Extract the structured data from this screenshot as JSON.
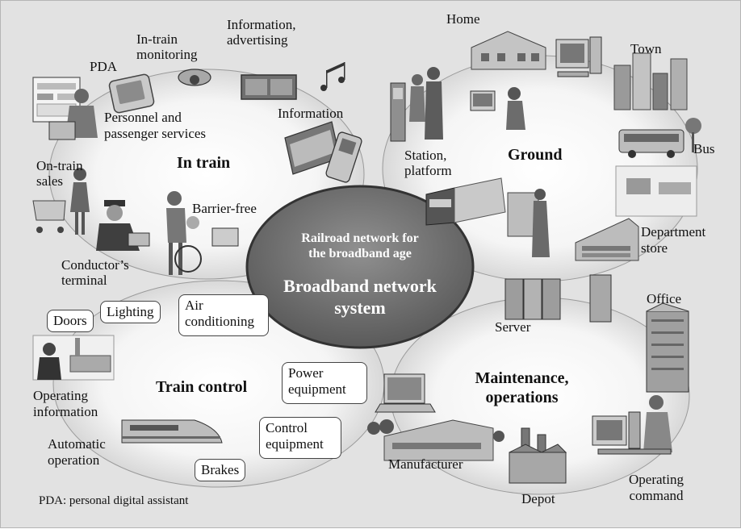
{
  "hub": {
    "line1": "Railroad network for",
    "line2": "the broadband age",
    "line3": "Broadband network",
    "line4": "system"
  },
  "regions": {
    "in_train": "In train",
    "ground": "Ground",
    "train_control": "Train control",
    "maintenance_line1": "Maintenance,",
    "maintenance_line2": "operations"
  },
  "in_train": {
    "pda": "PDA",
    "monitoring_line1": "In-train",
    "monitoring_line2": "monitoring",
    "advertising_line1": "Information,",
    "advertising_line2": "advertising",
    "information": "Information",
    "personnel_line1": "Personnel and",
    "personnel_line2": "passenger services",
    "sales_line1": "On-train",
    "sales_line2": "sales",
    "barrier_free": "Barrier-free",
    "conductor_line1": "Conductor’s",
    "conductor_line2": "terminal"
  },
  "ground": {
    "home": "Home",
    "town": "Town",
    "station_line1": "Station,",
    "station_line2": "platform",
    "bus": "Bus",
    "department_line1": "Department",
    "department_line2": "store"
  },
  "train_control": {
    "doors": "Doors",
    "lighting": "Lighting",
    "air_line1": "Air",
    "air_line2": "conditioning",
    "power_line1": "Power",
    "power_line2": "equipment",
    "control_line1": "Control",
    "control_line2": "equipment",
    "brakes": "Brakes",
    "operating_info_line1": "Operating",
    "operating_info_line2": "information",
    "automatic_line1": "Automatic",
    "automatic_line2": "operation"
  },
  "maintenance": {
    "server": "Server",
    "office": "Office",
    "manufacturer": "Manufacturer",
    "depot": "Depot",
    "command_line1": "Operating",
    "command_line2": "command"
  },
  "footnote": "PDA: personal digital assistant"
}
